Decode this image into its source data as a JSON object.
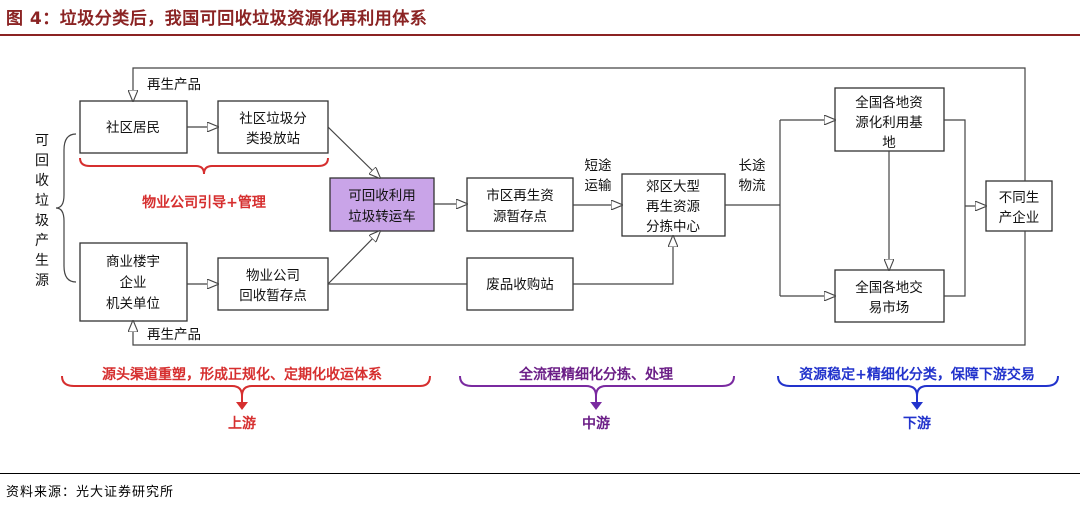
{
  "title": "图 4：垃圾分类后，我国可回收垃圾资源化再利用体系",
  "source": "资料来源：光大证券研究所",
  "side_label": "可回收垃圾产生源",
  "nodes": {
    "residents": "社区居民",
    "community_station": [
      "社区垃圾分",
      "类投放站"
    ],
    "commercial": [
      "商业楼宇",
      "企业",
      "机关单位"
    ],
    "property_storage": [
      "物业公司",
      "回收暂存点"
    ],
    "transfer_truck": [
      "可回收利用",
      "垃圾转运车"
    ],
    "city_storage": [
      "市区再生资",
      "源暂存点"
    ],
    "waste_station": "废品收购站",
    "suburb_center": [
      "郊区大型",
      "再生资源",
      "分拣中心"
    ],
    "national_base": [
      "全国各地资",
      "源化利用基",
      "地"
    ],
    "national_market": [
      "全国各地交",
      "易市场"
    ],
    "enterprises": [
      "不同生",
      "产企业"
    ]
  },
  "edge_labels": {
    "recycled_top": "再生产品",
    "recycled_bottom": "再生产品",
    "short_transport": [
      "短途",
      "运输"
    ],
    "long_transport": [
      "长途",
      "物流"
    ]
  },
  "annotations": {
    "property_guidance": "物业公司引导+管理",
    "upstream_desc": "源头渠道重塑，形成正规化、定期化收运体系",
    "upstream": "上游",
    "midstream_desc": "全流程精细化分拣、处理",
    "midstream": "中游",
    "downstream_desc": "资源稳定+精细化分类，保障下游交易",
    "downstream": "下游"
  },
  "colors": {
    "title": "#8b2323",
    "highlight_box": "#c9a4e8",
    "upstream": "#d62f2f",
    "midstream": "#6b1e87",
    "downstream": "#2233cc"
  }
}
